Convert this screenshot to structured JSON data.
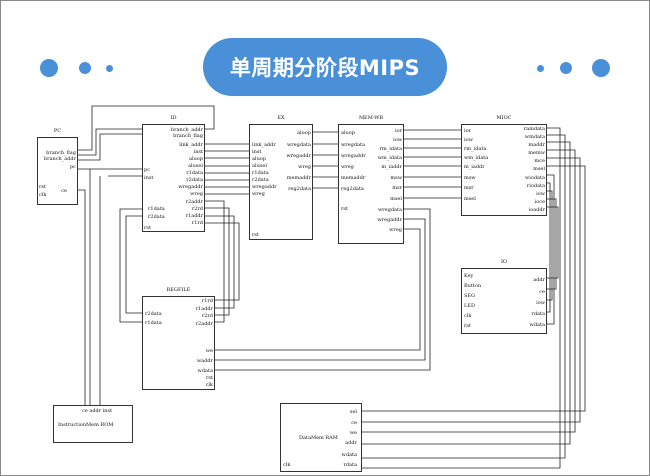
{
  "title": "单周期分阶段MIPS",
  "colors": {
    "accent": "#4a90d9",
    "line": "#222222"
  },
  "blocks": {
    "pc": {
      "name": "PC",
      "left": [
        "branch_flag",
        "branch_addr",
        "pc",
        "",
        "",
        "rst",
        "clk"
      ],
      "right": [
        "",
        "",
        "",
        "",
        "ce"
      ]
    },
    "id": {
      "name": "ID",
      "top_right": [
        "branch_addr",
        "branch_flag",
        "link_addr",
        "inst",
        "aluop",
        "alusel",
        "r1data",
        "r2data",
        "wregaddr",
        "wreg",
        "r2addr",
        "r2rd",
        "r1addr",
        "r1rd"
      ],
      "left": [
        "pc",
        "inst"
      ],
      "left_low": [
        "r1data",
        "r2data"
      ],
      "rst": "rst"
    },
    "ex": {
      "name": "EX",
      "left": [
        "link_addr",
        "inst",
        "aluop",
        "alusel",
        "r1data",
        "r2data",
        "wregaddr",
        "wreg"
      ],
      "right": [
        "aluop",
        "wregdata",
        "wregaddr",
        "wreg",
        "memaddr",
        "reg2data"
      ],
      "rst": "rst"
    },
    "memwb": {
      "name": "MEM-WB",
      "left": [
        "aluop",
        "wregdata",
        "wregaddr",
        "wreg",
        "memaddr",
        "reg2data"
      ],
      "right": [
        "ior",
        "iow",
        "rm_idata",
        "wm_idata",
        "m_iaddr",
        "msw",
        "msr",
        "msel",
        "wregdata",
        "wregaddr",
        "wreg"
      ],
      "rst": "rst"
    },
    "mioc": {
      "name": "MIOC",
      "left": [
        "ior",
        "iow",
        "rm_idata",
        "wm_idata",
        "m_iaddr",
        "msw",
        "msr",
        "msel"
      ],
      "right": [
        "ramdata",
        "wmdata",
        "maddr",
        "memw",
        "mce",
        "msel",
        "wiodata",
        "riodata",
        "iow",
        "ioce",
        "ioaddr"
      ]
    },
    "io": {
      "name": "IO",
      "left": [
        "Key",
        "Button",
        "SEG",
        "LED",
        "clk",
        "rst"
      ],
      "right": [
        "addr",
        "ce",
        "iow",
        "rdata",
        "wdata"
      ]
    },
    "regfile": {
      "name": "REGFILE",
      "left": [
        "r2data",
        "r1data"
      ],
      "right": [
        "r1rd",
        "r1addr",
        "r2rd",
        "r2addr"
      ],
      "bottom": [
        "we",
        "waddr",
        "wdata",
        "rst",
        "clk"
      ]
    },
    "rom": {
      "labels": "ce  addr  inst",
      "name": "InstructionMem ROM"
    },
    "ram": {
      "name": "DataMem RAM",
      "right": [
        "sel",
        "ce",
        "we",
        "addr",
        "wdata",
        "rdata"
      ],
      "clk": "clk"
    }
  }
}
